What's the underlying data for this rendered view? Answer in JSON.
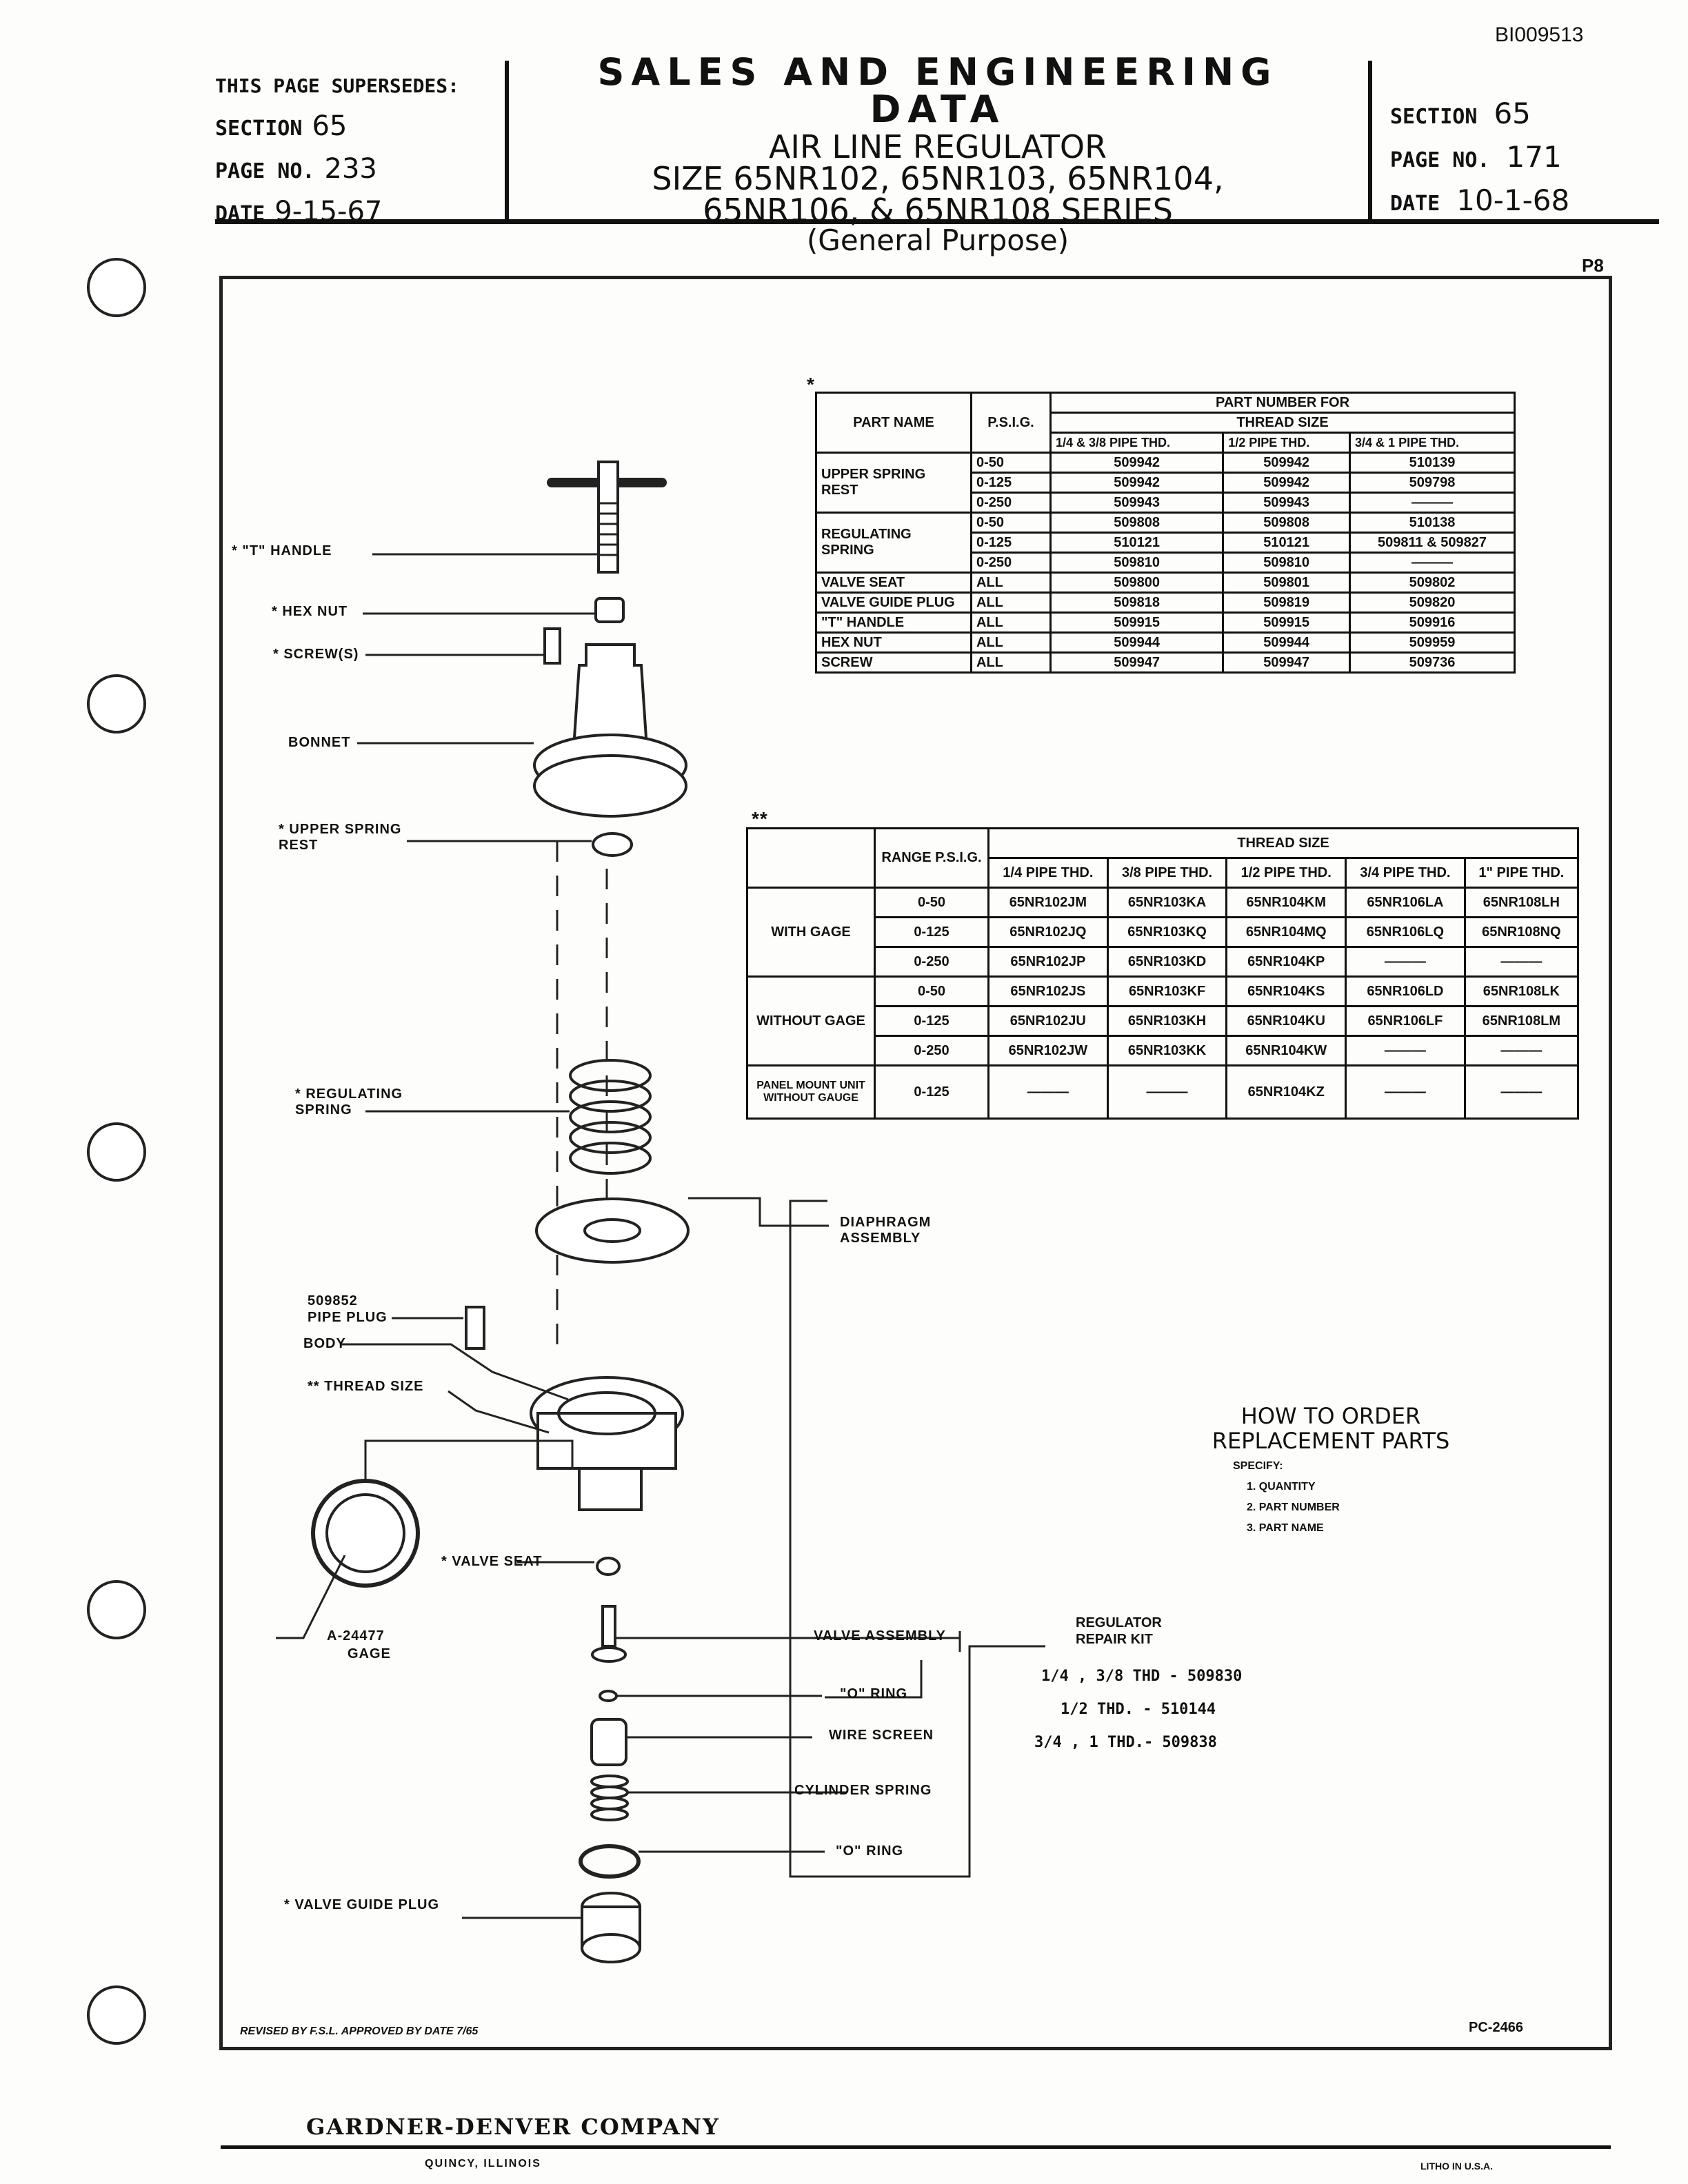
{
  "doc_id": "BI009513",
  "supersedes": {
    "title": "THIS PAGE SUPERSEDES:",
    "section_label": "SECTION",
    "section_value": "65",
    "page_label": "PAGE NO.",
    "page_value": "233",
    "date_label": "DATE",
    "date_value": "9-15-67"
  },
  "header": {
    "title": "SALES AND ENGINEERING DATA",
    "line1": "AIR LINE REGULATOR",
    "line2": "SIZE 65NR102, 65NR103, 65NR104,",
    "line3": "65NR106, & 65NR108 SERIES",
    "line4": "(General Purpose)"
  },
  "current": {
    "section_label": "SECTION",
    "section_value": "65",
    "page_label": "PAGE NO.",
    "page_value": "171",
    "date_label": "DATE",
    "date_value": "10-1-68"
  },
  "ref_top": "P8",
  "ref_bottom": "PC-2466",
  "revised_line": "REVISED BY  F.S.L.  APPROVED BY  DATE 7/65",
  "parts_table": {
    "star": "*",
    "h_part_name": "PART NAME",
    "h_psig": "P.S.I.G.",
    "h_part_number": "PART NUMBER FOR",
    "h_thread": "THREAD SIZE",
    "cols": [
      "1/4 & 3/8 PIPE THD.",
      "1/2 PIPE THD.",
      "3/4 & 1 PIPE THD."
    ],
    "groups": [
      {
        "name": "UPPER SPRING REST",
        "rows": [
          [
            "0-50",
            "509942",
            "509942",
            "510139"
          ],
          [
            "0-125",
            "509942",
            "509942",
            "509798"
          ],
          [
            "0-250",
            "509943",
            "509943",
            "———"
          ]
        ]
      },
      {
        "name": "REGULATING SPRING",
        "rows": [
          [
            "0-50",
            "509808",
            "509808",
            "510138"
          ],
          [
            "0-125",
            "510121",
            "510121",
            "509811 & 509827"
          ],
          [
            "0-250",
            "509810",
            "509810",
            "———"
          ]
        ]
      },
      {
        "name": "VALVE SEAT",
        "rows": [
          [
            "ALL",
            "509800",
            "509801",
            "509802"
          ]
        ]
      },
      {
        "name": "VALVE GUIDE PLUG",
        "rows": [
          [
            "ALL",
            "509818",
            "509819",
            "509820"
          ]
        ]
      },
      {
        "name": "\"T\" HANDLE",
        "rows": [
          [
            "ALL",
            "509915",
            "509915",
            "509916"
          ]
        ]
      },
      {
        "name": "HEX NUT",
        "rows": [
          [
            "ALL",
            "509944",
            "509944",
            "509959"
          ]
        ]
      },
      {
        "name": "SCREW",
        "rows": [
          [
            "ALL",
            "509947",
            "509947",
            "509736"
          ]
        ]
      }
    ]
  },
  "model_table": {
    "star": "**",
    "h_range": "RANGE P.S.I.G.",
    "h_thread": "THREAD SIZE",
    "cols": [
      "1/4 PIPE THD.",
      "3/8 PIPE THD.",
      "1/2 PIPE THD.",
      "3/4 PIPE THD.",
      "1\" PIPE THD."
    ],
    "groups": [
      {
        "name": "WITH GAGE",
        "rows": [
          [
            "0-50",
            "65NR102JM",
            "65NR103KA",
            "65NR104KM",
            "65NR106LA",
            "65NR108LH"
          ],
          [
            "0-125",
            "65NR102JQ",
            "65NR103KQ",
            "65NR104MQ",
            "65NR106LQ",
            "65NR108NQ"
          ],
          [
            "0-250",
            "65NR102JP",
            "65NR103KD",
            "65NR104KP",
            "———",
            "———"
          ]
        ]
      },
      {
        "name": "WITHOUT GAGE",
        "rows": [
          [
            "0-50",
            "65NR102JS",
            "65NR103KF",
            "65NR104KS",
            "65NR106LD",
            "65NR108LK"
          ],
          [
            "0-125",
            "65NR102JU",
            "65NR103KH",
            "65NR104KU",
            "65NR106LF",
            "65NR108LM"
          ],
          [
            "0-250",
            "65NR102JW",
            "65NR103KK",
            "65NR104KW",
            "———",
            "———"
          ]
        ]
      },
      {
        "name": "PANEL MOUNT UNIT WITHOUT GAUGE",
        "rows": [
          [
            "0-125",
            "———",
            "———",
            "65NR104KZ",
            "———",
            "———"
          ]
        ]
      }
    ]
  },
  "labels": {
    "t_handle": "* \"T\" HANDLE",
    "hex_nut": "* HEX NUT",
    "screws": "* SCREW(S)",
    "bonnet": "BONNET",
    "upper_spring_rest": "* UPPER SPRING REST",
    "regulating_spring": "* REGULATING SPRING",
    "diaphragm": "DIAPHRAGM ASSEMBLY",
    "pipe_plug_num": "509852",
    "pipe_plug": "PIPE PLUG",
    "body": "BODY",
    "thread_size": "** THREAD SIZE",
    "valve_seat": "* VALVE SEAT",
    "gage_num": "A-24477",
    "gage": "GAGE",
    "valve_assembly": "VALVE ASSEMBLY",
    "o_ring_1": "\"O\" RING",
    "wire_screen": "WIRE SCREEN",
    "cylinder_spring": "CYLINDER SPRING",
    "o_ring_2": "\"O\" RING",
    "valve_guide_plug": "* VALVE GUIDE PLUG"
  },
  "kit": {
    "title1": "REGULATOR",
    "title2": "REPAIR KIT",
    "rows": [
      "1/4 , 3/8 THD - 509830",
      "1/2 THD. - 510144",
      "3/4 , 1 THD.- 509838"
    ]
  },
  "order": {
    "title1": "HOW TO ORDER",
    "title2": "REPLACEMENT PARTS",
    "specify": "SPECIFY:",
    "items": [
      "1. QUANTITY",
      "2. PART NUMBER",
      "3. PART NAME"
    ]
  },
  "footer": {
    "company": "GARDNER-DENVER COMPANY",
    "city": "QUINCY, ILLINOIS",
    "litho": "LITHO IN U.S.A."
  }
}
